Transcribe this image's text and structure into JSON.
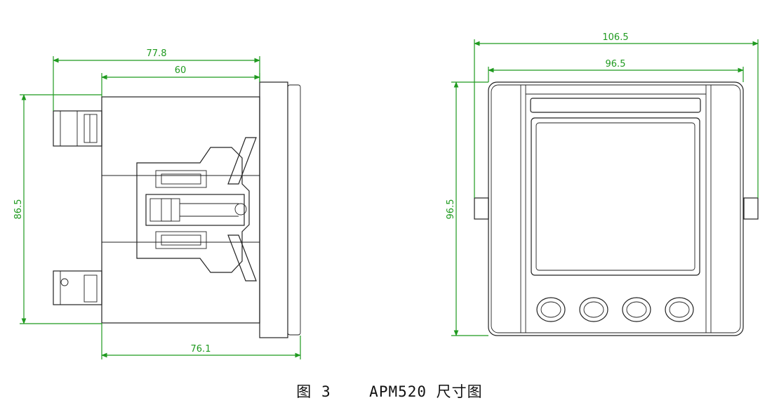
{
  "caption": {
    "figure_label": "图 3",
    "title": "APM520 尺寸图"
  },
  "side_view": {
    "dimensions": {
      "top_overall": "77.8",
      "top_inner": "60",
      "left_height": "86.5",
      "bottom": "76.1"
    }
  },
  "front_view": {
    "dimensions": {
      "top_overall": "106.5",
      "top_inner": "96.5",
      "left_height": "96.5"
    },
    "button_count": 4
  },
  "colors": {
    "dimension": "#1f9a1f",
    "outline": "#222222"
  }
}
